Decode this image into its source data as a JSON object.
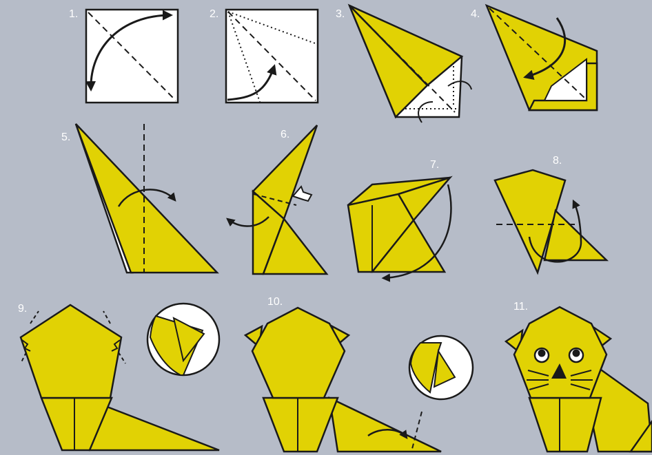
{
  "colors": {
    "background": "#b6bcc8",
    "paper": "#e1d204",
    "outline": "#1a1a1a",
    "label": "#ffffff",
    "white": "#ffffff"
  },
  "steps": [
    {
      "label": "1."
    },
    {
      "label": "2."
    },
    {
      "label": "3."
    },
    {
      "label": "4."
    },
    {
      "label": "5."
    },
    {
      "label": "6."
    },
    {
      "label": "7."
    },
    {
      "label": "8."
    },
    {
      "label": "9."
    },
    {
      "label": "10."
    },
    {
      "label": "11."
    }
  ]
}
